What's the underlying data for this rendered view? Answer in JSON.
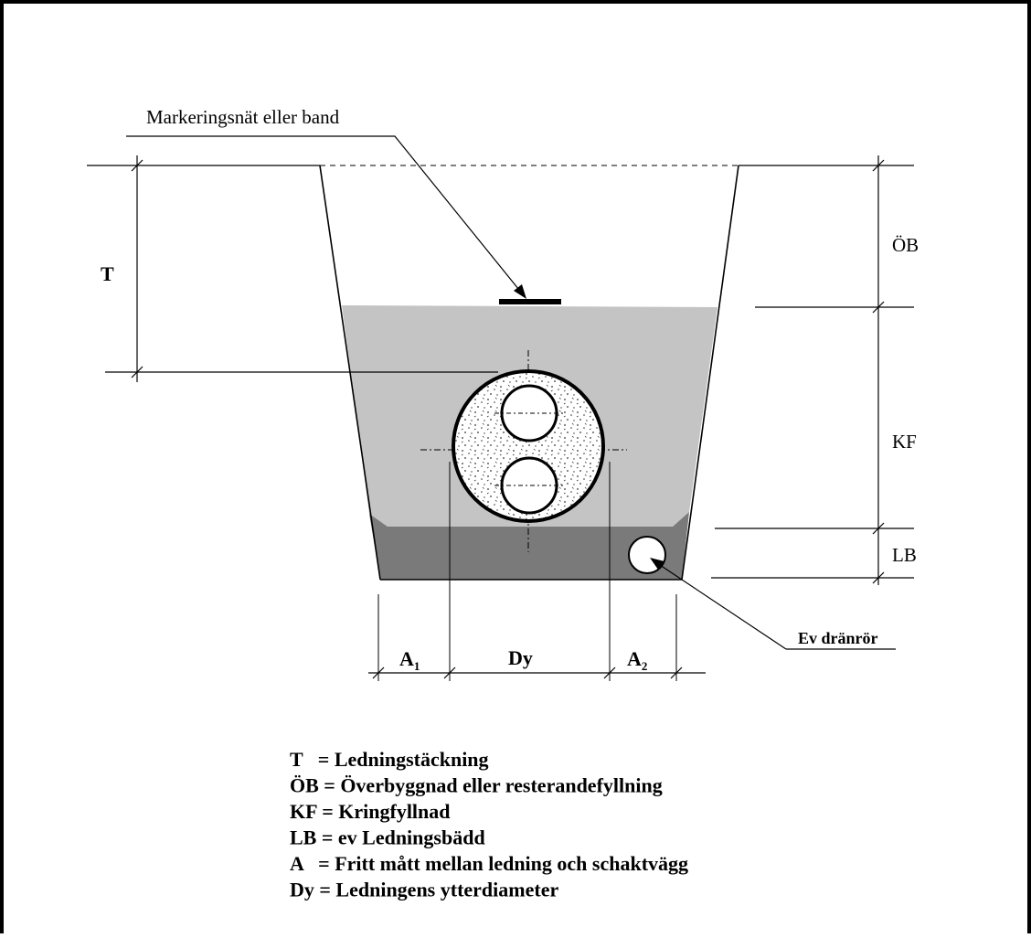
{
  "labels": {
    "marker": "Markeringsnät eller band",
    "T": "T",
    "OB": "ÖB",
    "KF": "KF",
    "LB": "LB",
    "drain": "Ev dränrör",
    "A1_main": "A",
    "A1_sub": "1",
    "Dy": "Dy",
    "A2_main": "A",
    "A2_sub": "2"
  },
  "legend": [
    {
      "key": "T",
      "sep": "   = ",
      "text": "Ledningstäckning"
    },
    {
      "key": "ÖB",
      "sep": " = ",
      "text": "Överbyggnad eller resterandefyllning"
    },
    {
      "key": "KF",
      "sep": " = ",
      "text": "Kringfyllnad"
    },
    {
      "key": "LB",
      "sep": " = ",
      "text": "ev Ledningsbädd"
    },
    {
      "key": "A",
      "sep": "   = ",
      "text": "Fritt mått mellan ledning och schaktvägg"
    },
    {
      "key": "Dy",
      "sep": " = ",
      "text": "Ledningens ytterdiameter"
    }
  ],
  "colors": {
    "backfill": "#c4c4c4",
    "bedding": "#7a7a7a",
    "line": "#000000",
    "background": "#ffffff"
  }
}
